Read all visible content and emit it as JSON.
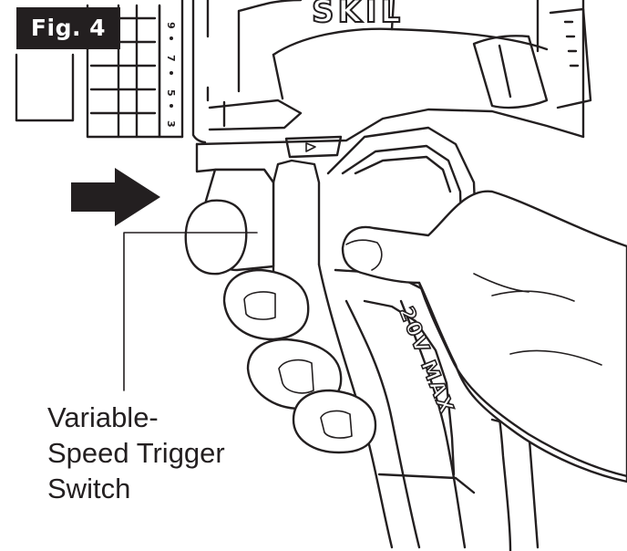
{
  "figure": {
    "label": "Fig. 4"
  },
  "callout": {
    "lines": [
      "Variable-",
      "Speed Trigger",
      "Switch"
    ]
  },
  "tool": {
    "grip_marking": "20V MAX",
    "speed_scale": [
      "3",
      "5",
      "7",
      "9"
    ],
    "logo_text": "SKIL"
  },
  "colors": {
    "line": "#231f20",
    "background": "#ffffff",
    "badge": "#231f20"
  }
}
